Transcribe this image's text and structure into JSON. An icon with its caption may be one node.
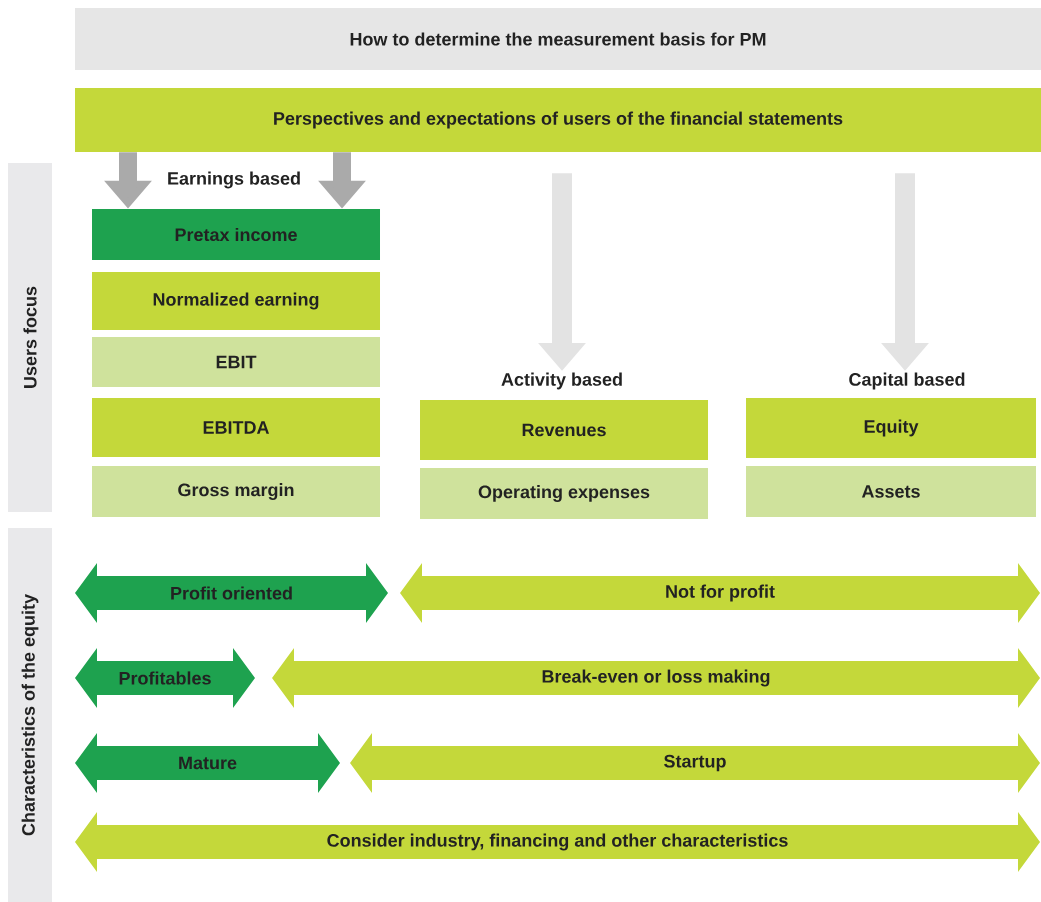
{
  "diagram": {
    "nodes": [
      {
        "text": [
          "How to determine the measurement basis for PM"
        ]
      },
      {
        "text": [
          "Perspectives and expectations of users of the financial statements"
        ]
      },
      {
        "text": [
          "Users focus"
        ]
      },
      {
        "text": [
          "Characteristics of the equity"
        ]
      },
      {
        "text": [
          "Pretax income"
        ]
      },
      {
        "text": [
          "Normalized earning"
        ]
      },
      {
        "text": [
          "EBIT"
        ]
      },
      {
        "text": [
          "EBITDA"
        ]
      },
      {
        "text": [
          "Gross margin"
        ]
      },
      {
        "text": [
          "Activity based"
        ]
      },
      {
        "text": [
          "Revenues"
        ]
      },
      {
        "text": [
          "Operating expenses"
        ]
      },
      {
        "text": [
          "Capital based"
        ]
      },
      {
        "text": [
          "Equity"
        ]
      },
      {
        "text": [
          "Assets"
        ]
      },
      {
        "text": [
          "Profit  oriented"
        ]
      },
      {
        "text": [
          "Not for profit"
        ]
      },
      {
        "text": [
          "Profitables"
        ]
      },
      {
        "text": [
          "Break-even or loss making"
        ]
      },
      {
        "text": [
          "Mature"
        ]
      },
      {
        "text": [
          "Startup"
        ]
      },
      {
        "text": [
          "Consider industry, financing and other characteristics"
        ]
      }
    ],
    "edges": [
      {
        "from": 1,
        "to": 4,
        "arrow": "to",
        "color": "#aaaaaa"
      },
      {
        "from": 1,
        "to": 4,
        "arrow": "to",
        "color": "#aaaaaa"
      },
      {
        "from": 1,
        "to": 9,
        "arrow": "to",
        "color": "#e3e3e3"
      },
      {
        "from": 1,
        "to": 12,
        "arrow": "to",
        "color": "#e3e3e3"
      }
    ],
    "labels": [
      "Earnings based"
    ]
  }
}
